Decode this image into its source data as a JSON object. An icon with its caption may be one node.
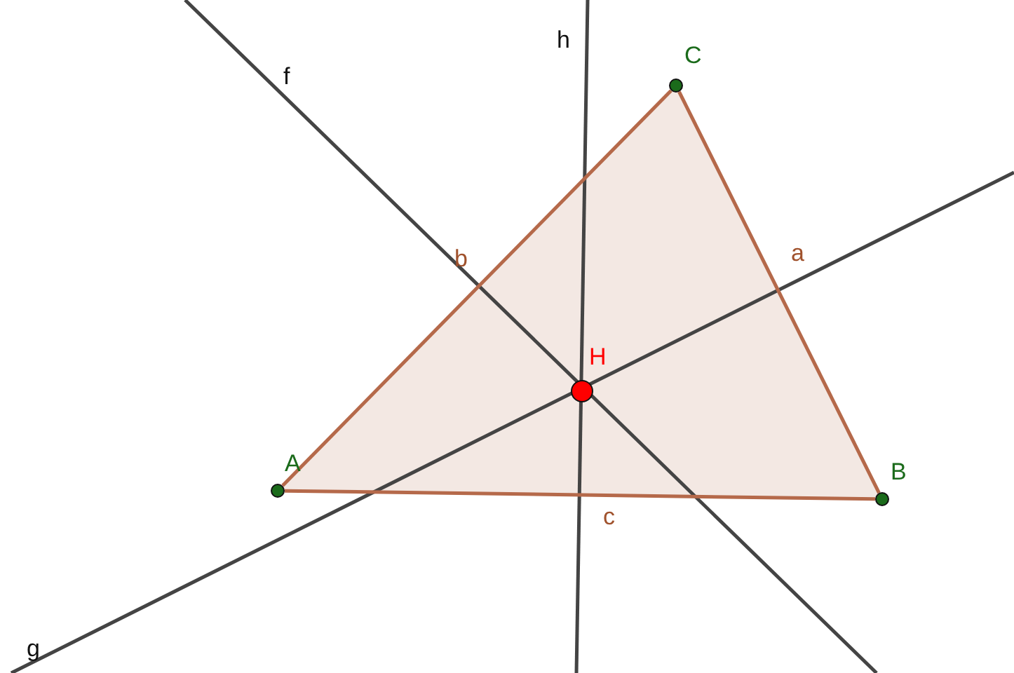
{
  "diagram": {
    "nodes": [
      {
        "text": [
          "A"
        ]
      },
      {
        "text": [
          "B"
        ]
      },
      {
        "text": [
          "C"
        ]
      },
      {
        "text": [
          "H"
        ]
      }
    ],
    "edges": [
      {
        "from": 0,
        "to": 1,
        "arrow": "none",
        "label": "c"
      },
      {
        "from": 1,
        "to": 2,
        "arrow": "none",
        "label": "a"
      },
      {
        "from": 2,
        "to": 0,
        "arrow": "none",
        "label": "b"
      }
    ],
    "labels": [
      "h",
      "f",
      "g"
    ]
  }
}
